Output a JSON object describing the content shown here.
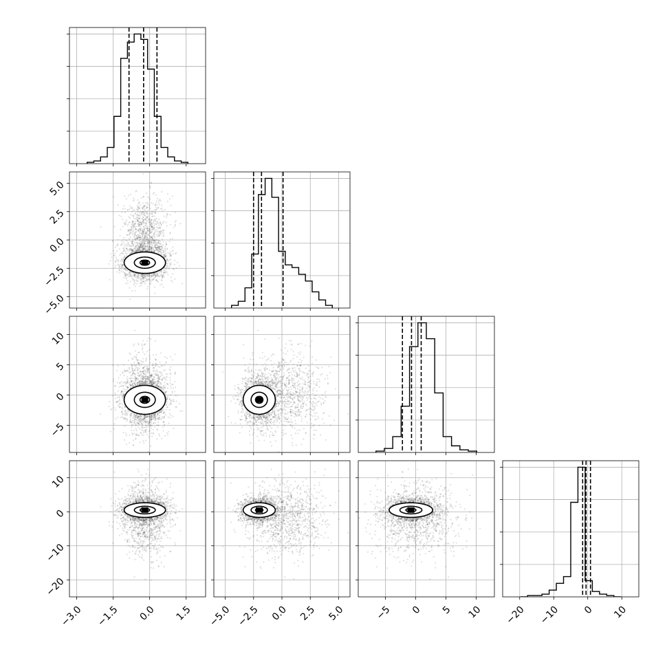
{
  "chart_data": {
    "type": "corner",
    "parameters": [
      {
        "range": [
          -3.3,
          2.3
        ],
        "ticks": [
          -3.0,
          -1.5,
          0.0,
          1.5
        ],
        "tick_labels": [
          "−3.0",
          "−1.5",
          "0.0",
          "1.5"
        ],
        "quantiles": [
          -0.85,
          -0.25,
          0.3
        ],
        "hist_counts": [
          1,
          2,
          5,
          12,
          35,
          78,
          90,
          96,
          92,
          70,
          35,
          12,
          5,
          2,
          1
        ]
      },
      {
        "range": [
          -6.0,
          6.0
        ],
        "ticks": [
          -5.0,
          -2.5,
          0.0,
          2.5,
          5.0
        ],
        "tick_labels": [
          "−5.0",
          "−2.5",
          "0.0",
          "2.5",
          "5.0"
        ],
        "quantiles": [
          -2.5,
          -1.8,
          0.1
        ],
        "hist_counts": [
          2,
          5,
          15,
          40,
          84,
          96,
          82,
          42,
          32,
          30,
          25,
          20,
          12,
          6,
          2
        ]
      },
      {
        "range": [
          -9.5,
          13.0
        ],
        "ticks": [
          -5,
          0,
          5,
          10
        ],
        "tick_labels": [
          "−5",
          "0",
          "5",
          "10"
        ],
        "quantiles": [
          -2.2,
          -0.7,
          0.9
        ],
        "hist_counts": [
          1,
          3,
          12,
          35,
          80,
          98,
          86,
          45,
          12,
          5,
          2,
          1
        ]
      },
      {
        "range": [
          -25.0,
          15.0
        ],
        "ticks": [
          -20,
          -10,
          0,
          10
        ],
        "tick_labels": [
          "−20",
          "−10",
          "0",
          "10"
        ],
        "quantiles": [
          -1.5,
          -0.5,
          0.8
        ],
        "hist_counts": [
          0,
          1,
          1,
          2,
          5,
          10,
          15,
          70,
          96,
          12,
          4,
          2,
          1,
          0
        ]
      }
    ],
    "grid": true,
    "xlabels": [],
    "ylabels": []
  }
}
